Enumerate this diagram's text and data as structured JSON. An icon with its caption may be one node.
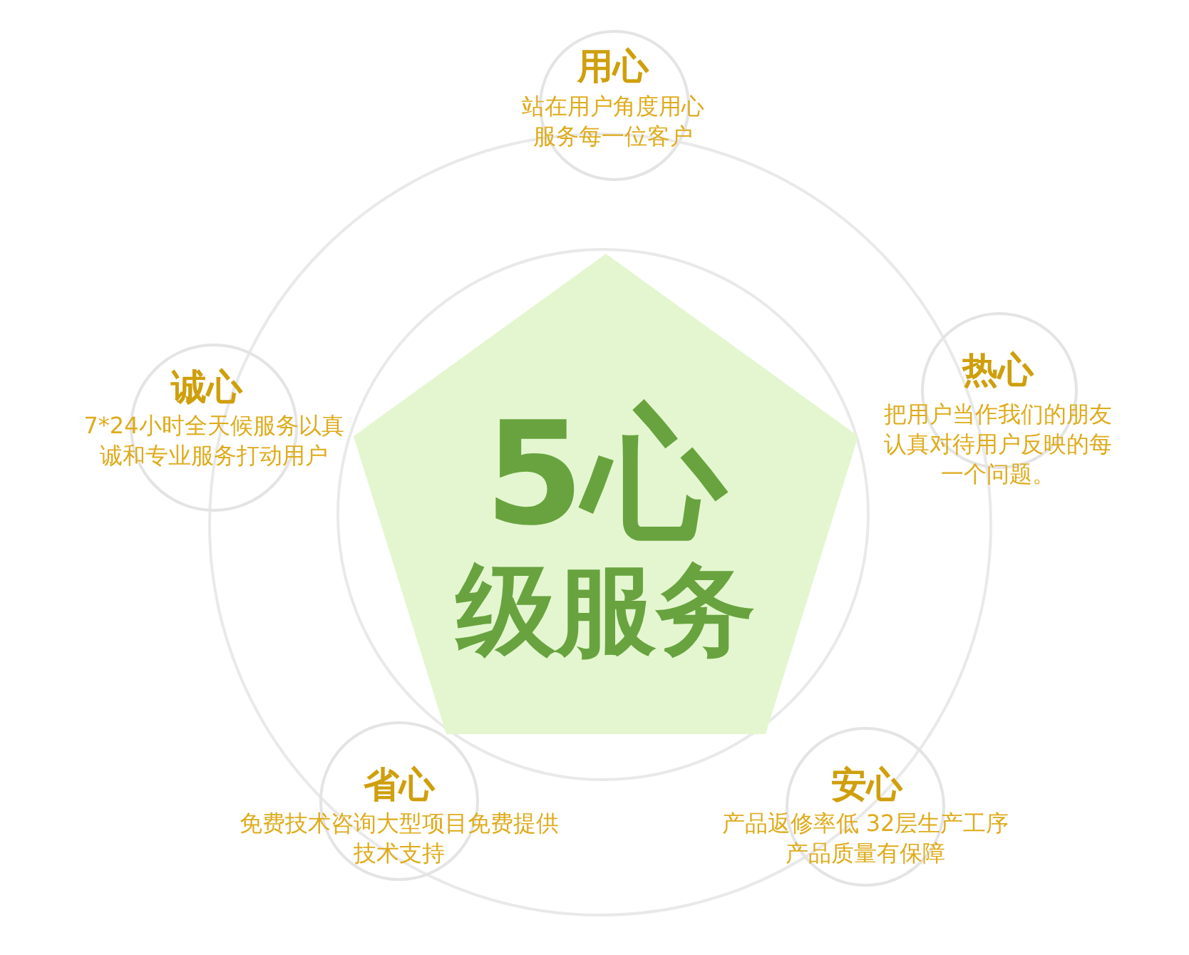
{
  "diagram": {
    "nodes": [
      {
        "text": [
          "5心",
          "级服务"
        ]
      },
      {
        "text": [
          "用心",
          "站在用户角度用心服务每一位客户"
        ]
      },
      {
        "text": [
          "诚心",
          "7*24小时全天候服务以真诚和专业服务打动用户"
        ]
      },
      {
        "text": [
          "热心",
          "把用户当作我们的朋友认真对待用户反映的每一个问题。"
        ]
      },
      {
        "text": [
          "省心",
          "免费技术咨询大型项目免费提供技术支持"
        ]
      },
      {
        "text": [
          "安心",
          "产品返修率低 32层生产工序产品质量有保障"
        ]
      }
    ]
  }
}
